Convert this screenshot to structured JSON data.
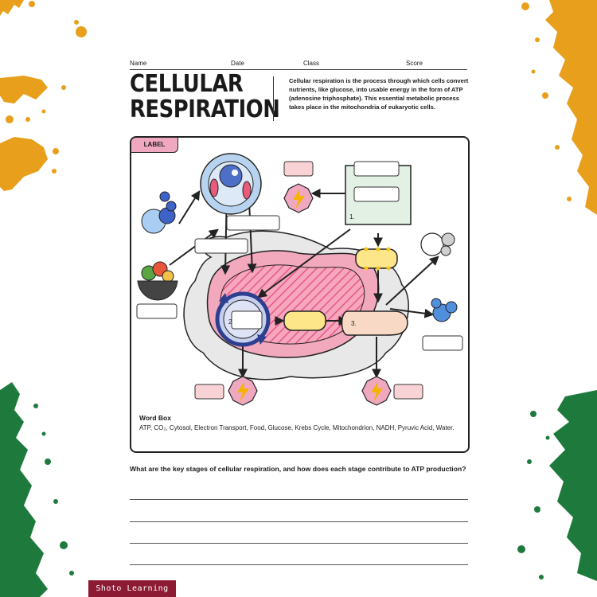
{
  "header": {
    "name_label": "Name",
    "date_label": "Date",
    "class_label": "Class",
    "score_label": "Score"
  },
  "title_line1": "CELLULAR",
  "title_line2": "RESPIRATION",
  "intro": "Cellular respiration is the process through which cells convert nutrients, like glucose, into usable energy in the form of ATP (adenosine triphosphate). This essential metabolic process takes place in the mitochondria of eukaryotic cells.",
  "panel": {
    "tag": "LABEL",
    "step_labels": [
      "1.",
      "2.",
      "3."
    ],
    "word_box_title": "Word Box",
    "word_box_text": "ATP, CO₂, Cytosol, Electron Transport, Food, Glucose, Krebs Cycle, Mitochondrion, NADH, Pyruvic Acid, Water."
  },
  "question": "What are the key stages of cellular respiration, and how does each stage contribute to ATP production?",
  "brand": "Shoto Learning",
  "colors": {
    "splatter_orange": "#e8a01c",
    "splatter_green": "#1e7a3c",
    "pink": "#f3a9bd",
    "deep_pink": "#e25a8a",
    "yellow": "#fde68a",
    "brand": "#8c1a33"
  }
}
